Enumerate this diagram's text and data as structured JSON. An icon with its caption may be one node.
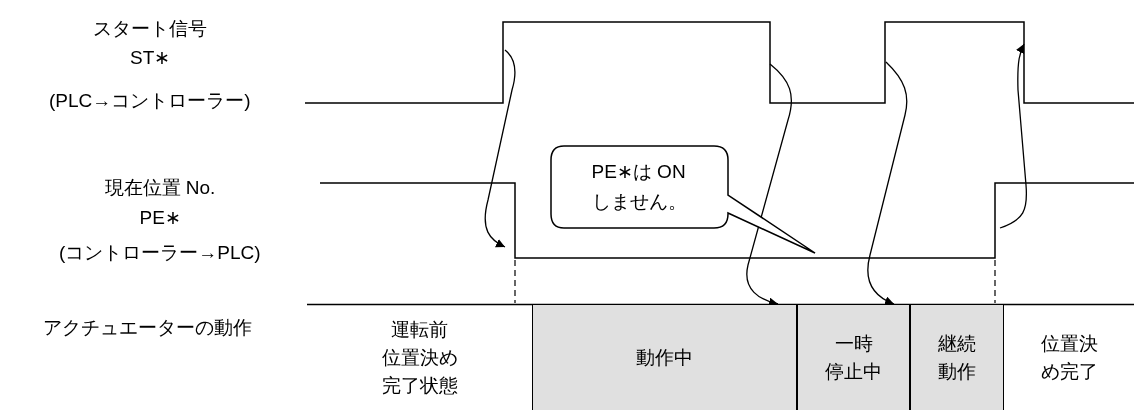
{
  "diagram": {
    "nodes": [
      {
        "text": [
          "PE∗は ON しません。"
        ]
      },
      {
        "text": [
          "運転前位置決め完了状態"
        ]
      },
      {
        "text": [
          "動作中"
        ]
      },
      {
        "text": [
          "一時停止中"
        ]
      },
      {
        "text": [
          "継続動作"
        ]
      },
      {
        "text": [
          "位置決め完了"
        ]
      }
    ],
    "edges": [
      {
        "from": null,
        "to": 2,
        "arrow": "to"
      },
      {
        "from": null,
        "to": 3,
        "arrow": "to"
      }
    ],
    "labels": [
      "スタート信号",
      "ST∗",
      "(PLC→コントローラー)",
      "現在位置 No.",
      "PE∗",
      "(コントローラー→PLC)",
      "アクチュエーターの動作"
    ]
  }
}
